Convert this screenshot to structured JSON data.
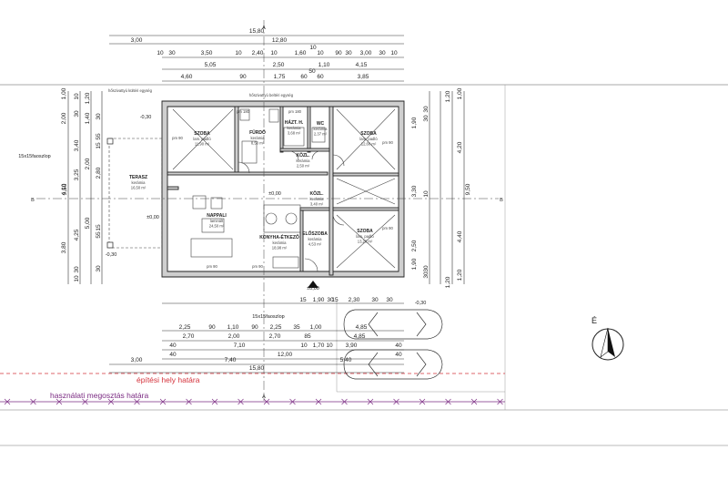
{
  "top_dims": {
    "overall": "15,80",
    "row1": [
      "3,00",
      "12,80"
    ],
    "row2": [
      "10",
      "30",
      "3,50",
      "10",
      "2,40",
      "10",
      "1,60",
      "10",
      "90",
      "30",
      "3,00",
      "30",
      "10"
    ],
    "row2_extra": "10",
    "row3": [
      "5,05",
      "2,50",
      "1,10",
      "4,15"
    ],
    "row4": [
      "4,60",
      "90",
      "1,75",
      "60",
      "60",
      "3,85"
    ],
    "row4_extra": "50"
  },
  "bottom_dims": {
    "row1": [
      "2,25",
      "90",
      "1,10",
      "90",
      "2,25",
      "35",
      "1,00",
      "4,85"
    ],
    "row2": [
      "2,70",
      "2,00",
      "2,70",
      "85",
      "4,85"
    ],
    "row3": [
      "40",
      "7,10",
      "10",
      "1,70",
      "10",
      "3,90",
      "40"
    ],
    "row4": [
      "40",
      "12,00",
      "40"
    ],
    "row5": [
      "3,00",
      "7,40",
      "5,40"
    ],
    "overall": "15,80",
    "upper": [
      "15",
      "1,90",
      "15",
      "30",
      "2,30",
      "30",
      "30"
    ]
  },
  "left_dims": {
    "outer": [
      "9,50"
    ],
    "col1": [
      "10",
      "30",
      "3,40",
      "3,25",
      "4,25",
      "30",
      "10"
    ],
    "col2": [
      "1,00",
      "2,00",
      "4,10",
      "3,80"
    ],
    "col3": [
      "1,20",
      "1,40",
      "2,00",
      "5,00"
    ],
    "col4": [
      "30",
      "55",
      "15",
      "2,80",
      "15",
      "55",
      "30"
    ]
  },
  "right_dims": {
    "outer": [
      "9,50"
    ],
    "col1": [
      "1,00",
      "4,20",
      "4,40",
      "1,20"
    ],
    "col2": [
      "1,90",
      "3,30",
      "2,50",
      "1,90"
    ],
    "col3": [
      "30",
      "30",
      "10",
      "30",
      "30"
    ],
    "col4": [
      "1,20",
      "1,20"
    ]
  },
  "rooms": [
    {
      "name": "SZOBA",
      "floor": "lam. padló",
      "area": "11,90 m²"
    },
    {
      "name": "FÜRDŐ",
      "floor": "kerámia",
      "area": "8,50 m²"
    },
    {
      "name": "HÁZT. H.",
      "floor": "kerámia",
      "area": "3,68 m²"
    },
    {
      "name": "WC",
      "floor": "kerámia",
      "area": "2,37 m²"
    },
    {
      "name": "SZOBA",
      "floor": "lam. padló",
      "area": "12,60 m²"
    },
    {
      "name": "KÖZL.",
      "floor": "kerámia",
      "area": "2,50 m²"
    },
    {
      "name": "TERASZ",
      "floor": "kerámia",
      "area": "16,50 m²"
    },
    {
      "name": "NAPPALI",
      "floor": "laminált",
      "area": "24,50 m²"
    },
    {
      "name": "KONYHA-ÉTKEZŐ",
      "floor": "kerámia",
      "area": "18,98 m²"
    },
    {
      "name": "KÖZL.",
      "floor": "kerámia",
      "area": "3,40 m²"
    },
    {
      "name": "ELŐSZOBA",
      "floor": "kerámia",
      "area": "4,53 m²"
    },
    {
      "name": "SZOBA",
      "floor": "lam. padló",
      "area": "13,20 m²"
    }
  ],
  "annotations": {
    "outdoor_unit": "hőszivattyú kültéri egység",
    "indoor_unit": "hőszivattyú beltéri egység",
    "post_left": "15x15faoszlop",
    "post_bottom": "15x15faoszlop",
    "level_terrace": "-0,30",
    "level_terrace2": "±0,00",
    "level_living": "±0,00",
    "level_entry": "±0,00",
    "level_outside_left": "-0,30",
    "level_outside_right": "-0,30",
    "level_outside_top": "-0,30",
    "section_a": "A",
    "section_b": "B",
    "north": "É",
    "pm_labels": [
      "pm 180",
      "pm 180",
      "pm 90",
      "pm 90",
      "pm 90",
      "pm 90",
      "pm 90"
    ]
  },
  "boundaries": {
    "building_area": "építési hely határa",
    "usage_division": "használati megosztás határa"
  }
}
